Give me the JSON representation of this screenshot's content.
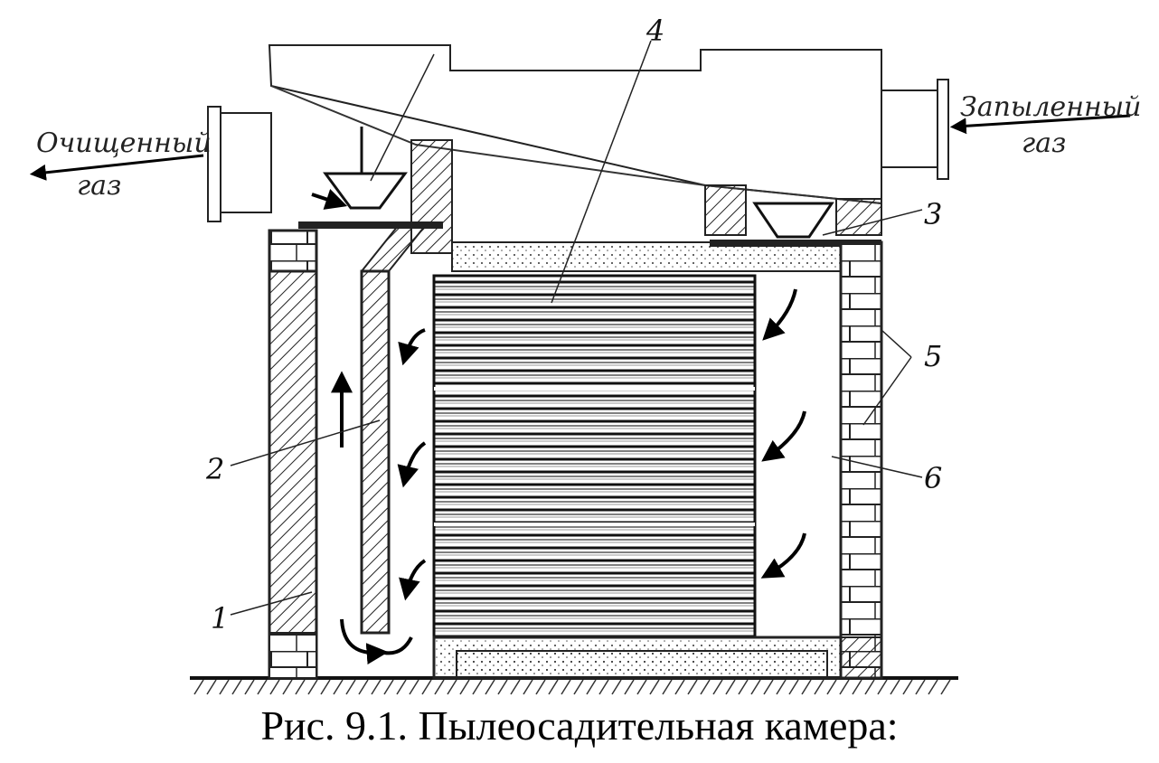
{
  "figure": {
    "caption": "Рис. 9.1. Пылеосадительная камера:",
    "gas_labels": {
      "outlet_line1": "Очищенный",
      "outlet_line2": "газ",
      "inlet_line1": "Запыленный",
      "inlet_line2": "газ"
    },
    "part_labels": [
      "1",
      "2",
      "3",
      "4",
      "5",
      "6"
    ]
  },
  "colors": {
    "ink": "#111111",
    "paper": "#ffffff"
  }
}
